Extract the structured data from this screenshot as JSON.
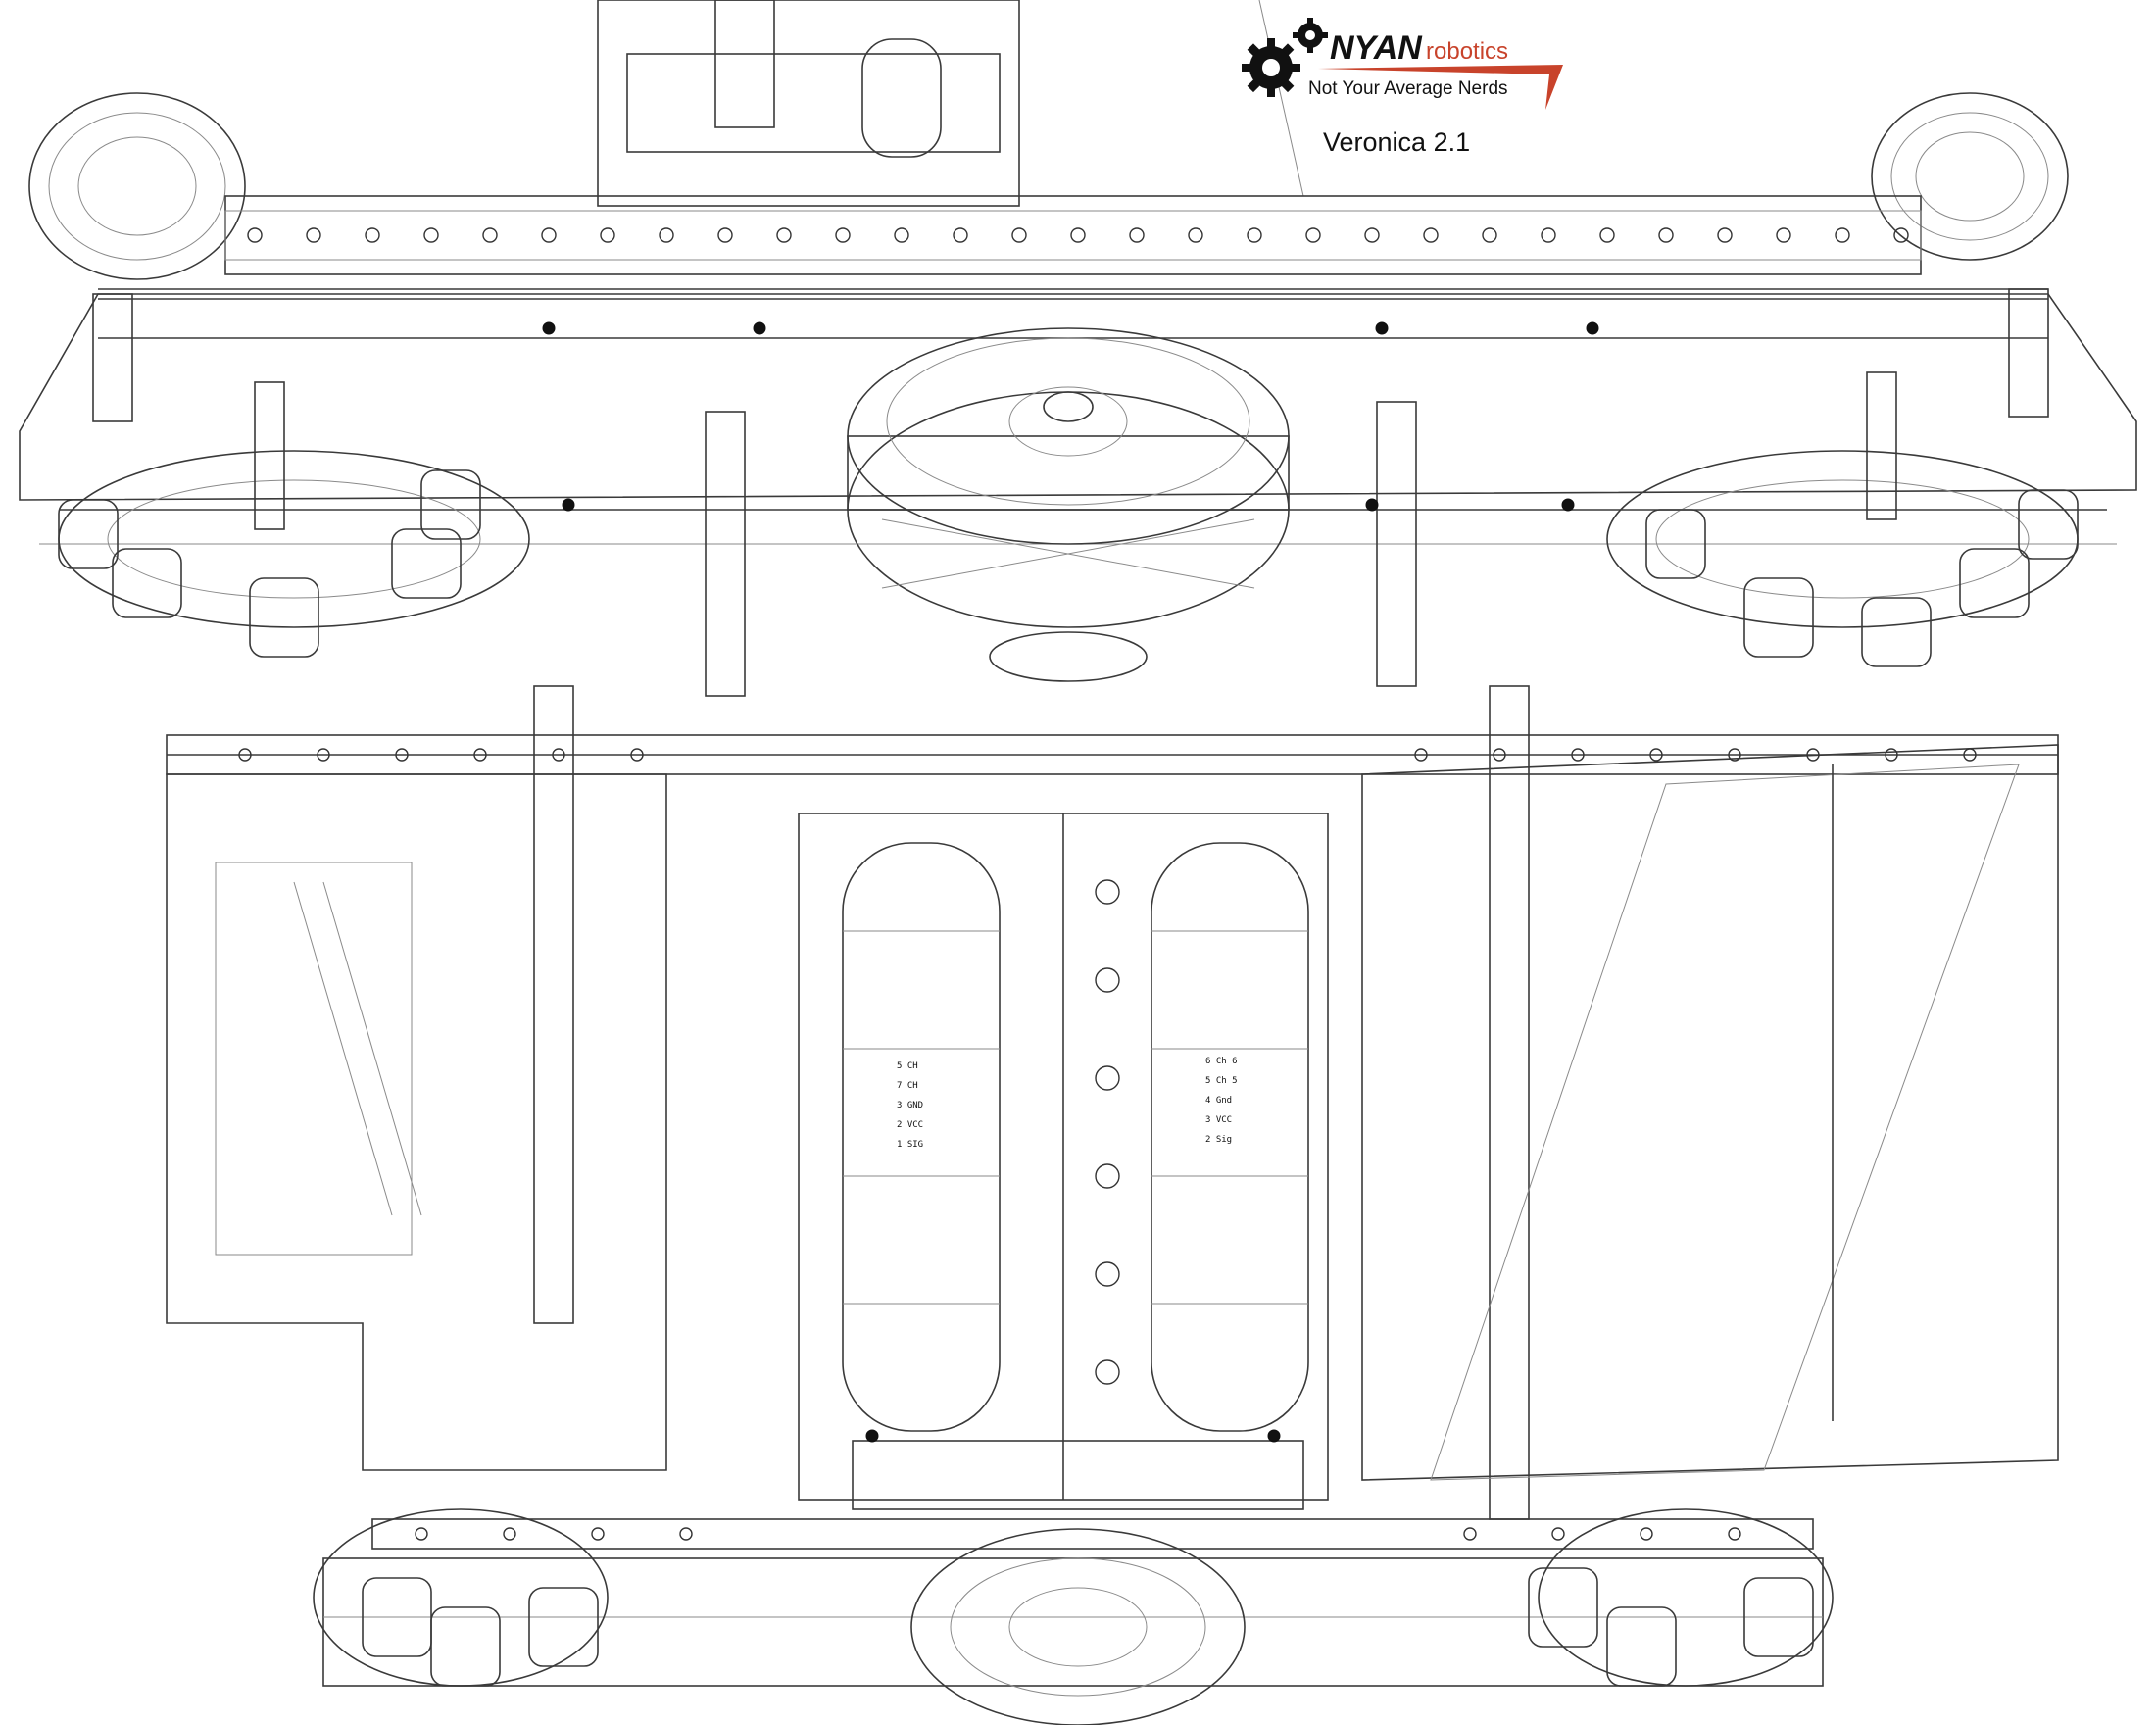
{
  "logo": {
    "brand": "NYAN",
    "brand_suffix": "robotics",
    "tagline": "Not Your Average Nerds",
    "colors": {
      "accent": "#c8432b",
      "ink": "#111111"
    },
    "icon": "gear-icon"
  },
  "model_name": "Veronica 2.1",
  "pin_labels_left": [
    "5 CH",
    "7 CH",
    "3 GND",
    "2 VCC",
    "1 SIG"
  ],
  "pin_labels_right": [
    "6 Ch 6",
    "5 Ch 5",
    "4 Gnd",
    "3 VCC",
    "2 Sig"
  ]
}
